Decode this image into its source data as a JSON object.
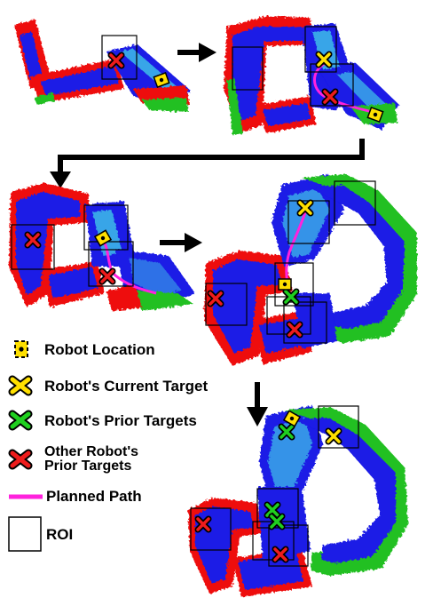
{
  "colors": {
    "map_red": "#ee1111",
    "map_blue": "#1a1ae6",
    "map_green": "#22c022",
    "map_cyan": "#40c8e8",
    "robot_yellow": "#ffe000",
    "current_target": "#ffe000",
    "prior_target": "#1fd01f",
    "other_target": "#ee1c1c",
    "planned_path": "#ff22dd",
    "roi_border": "#000000",
    "arrow": "#000000"
  },
  "legend": {
    "robot_location": "Robot Location",
    "current_target": "Robot's Current Target",
    "prior_targets": "Robot's Prior Targets",
    "other_targets_line1": "Other Robot's",
    "other_targets_line2": "Prior Targets",
    "planned_path": "Planned Path",
    "roi": "ROI"
  },
  "legend_icons": {
    "robot_location": "robot-marker-icon",
    "current_target": "yellow-x-icon",
    "prior_targets": "green-x-icon",
    "other_targets": "red-x-icon",
    "planned_path": "magenta-line-icon",
    "roi": "square-outline-icon"
  }
}
